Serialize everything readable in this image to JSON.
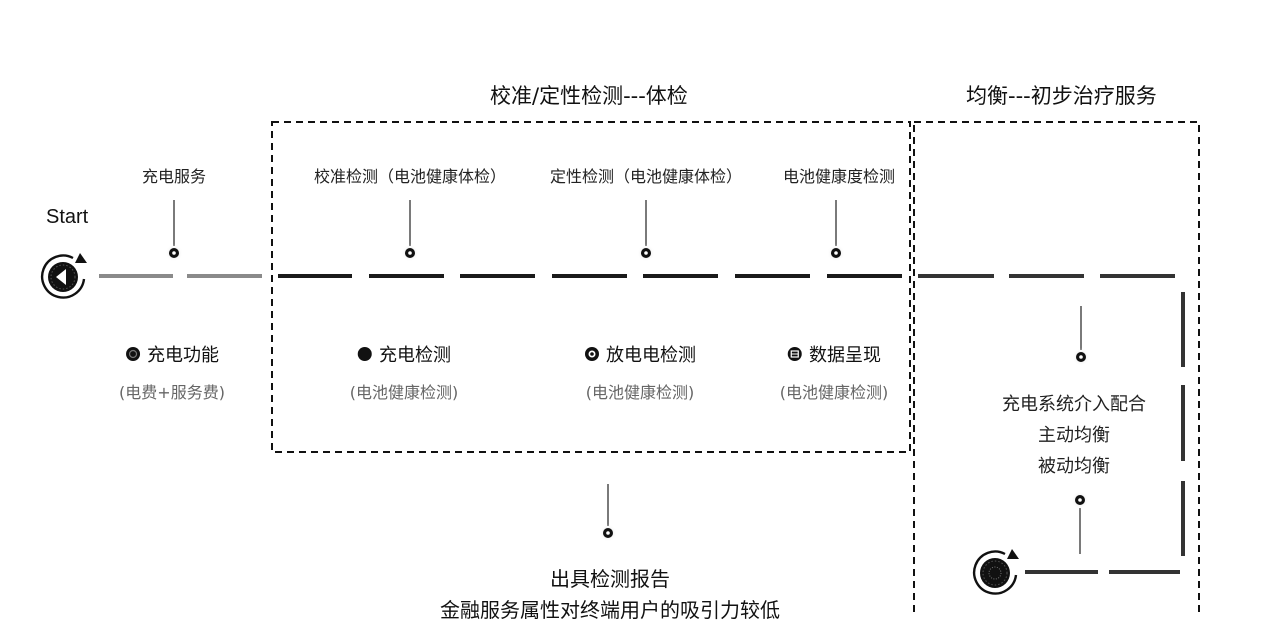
{
  "sections": {
    "calibration_title": "校准/定性检测---体检",
    "balance_title": "均衡---初步治疗服务"
  },
  "start_label": "Start",
  "top_labels": {
    "charging_service": "充电服务",
    "calibration_test": "校准检测（电池健康体检）",
    "qualitative_test": "定性检测（电池健康体检）",
    "health_test": "电池健康度检测"
  },
  "blocks": {
    "charge_function": {
      "title": "充电功能",
      "sub": "(电费+服务费)"
    },
    "charge_test": {
      "title": "充电检测",
      "sub": "(电池健康检测)"
    },
    "discharge_test": {
      "title": "放电电检测",
      "sub": "(电池健康检测)"
    },
    "data_display": {
      "title": "数据呈现",
      "sub": "(电池健康检测)"
    }
  },
  "balance_text": {
    "line1": "充电系统介入配合",
    "line2": "主动均衡",
    "line3": "被动均衡"
  },
  "report": {
    "title": "出具检测报告",
    "desc": "金融服务属性对终端用户的吸引力较低"
  },
  "icons": {
    "start": "circular-arrow-start-icon",
    "end": "circular-arrow-end-icon"
  },
  "colors": {
    "line_light": "#8a8a8a",
    "line_dark": "#1a1a1a",
    "box_border": "#111111",
    "sub_text": "#666666"
  }
}
